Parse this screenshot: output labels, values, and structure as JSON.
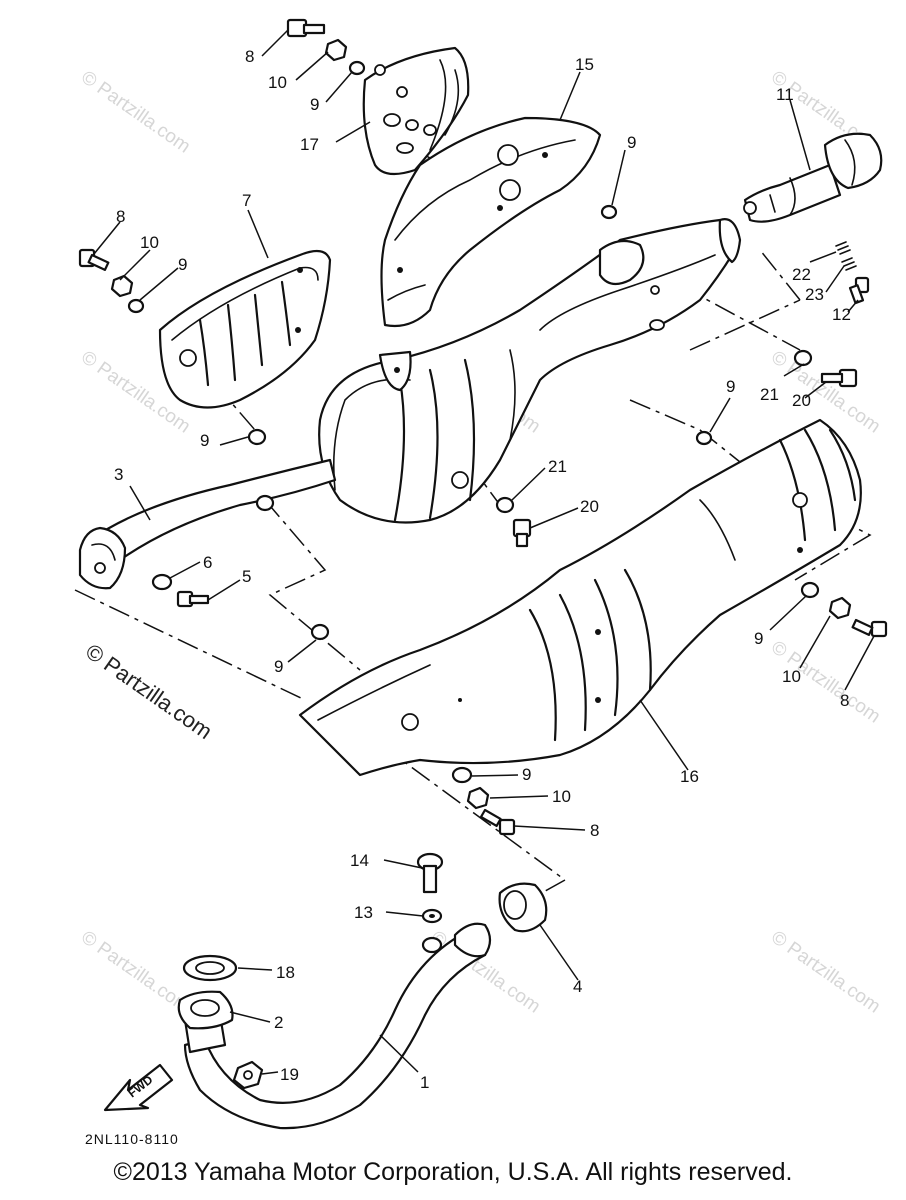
{
  "watermark": {
    "main": "© Partzilla.com",
    "faint": "© Partzilla.com"
  },
  "diagram_code": "2NL110-8110",
  "fwd_label": "FWD",
  "callouts": {
    "c1": "1",
    "c2": "2",
    "c3": "3",
    "c4": "4",
    "c5": "5",
    "c6": "6",
    "c7": "7",
    "c8a": "8",
    "c8b": "8",
    "c8c": "8",
    "c8d": "8",
    "c9a": "9",
    "c9b": "9",
    "c9c": "9",
    "c9d": "9",
    "c9e": "9",
    "c9f": "9",
    "c9g": "9",
    "c9h": "9",
    "c10a": "10",
    "c10b": "10",
    "c10c": "10",
    "c10d": "10",
    "c11": "11",
    "c12": "12",
    "c13": "13",
    "c14": "14",
    "c15": "15",
    "c16": "16",
    "c17": "17",
    "c18": "18",
    "c19": "19",
    "c20a": "20",
    "c20b": "20",
    "c21a": "21",
    "c21b": "21",
    "c22": "22",
    "c23": "23"
  },
  "copyright": "©2013  Yamaha Motor Corporation, U.S.A. All rights reserved."
}
